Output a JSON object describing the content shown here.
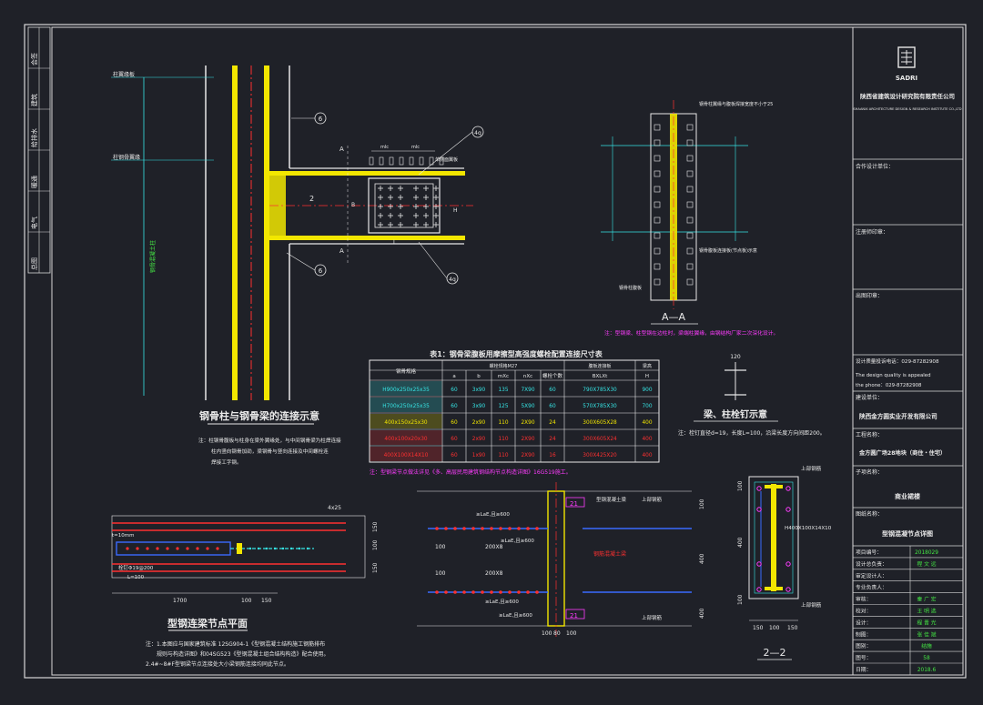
{
  "title_block": {
    "company_logo": "SADRI",
    "company_name": "陕西省建筑设计研究院有限责任公司",
    "company_sub": "SHAANXI ARCHITECTURE DESIGN & RESEARCH INSTITUTE CO.,LTD",
    "cert_label": "合作设计单位：",
    "seal_label": "注册师印章：",
    "stamp_label": "出图印章：",
    "quality_phone": "设计质量投诉电话：029-87282908",
    "quality_en1": "The design quality is appealed",
    "quality_en2": "the phone：029-87282908",
    "client_label": "建设单位：",
    "client": "陕西金方圆实业开发有限公司",
    "project_label": "工程名称：",
    "project": "金方圆广场28地块（商住・住宅）",
    "subitem_label": "子项名称：",
    "subitem": "商业裙楼",
    "drawing_label": "图纸名称：",
    "drawing": "型钢混凝节点详图",
    "rows": [
      {
        "label": "项目编号：",
        "value": "2018029"
      },
      {
        "label": "设计总负责：",
        "value": "程 文 远"
      },
      {
        "label": "审定设计人：",
        "value": ""
      },
      {
        "label": "专业负责人：",
        "value": ""
      },
      {
        "label": "审核：",
        "value": "秦 广 宏"
      },
      {
        "label": "校对：",
        "value": "王 明 选"
      },
      {
        "label": "设计：",
        "value": "程 晋 光"
      },
      {
        "label": "制图：",
        "value": "张 佳 斌"
      },
      {
        "label": "图别：",
        "value": "结施"
      },
      {
        "label": "图号：",
        "value": "58"
      },
      {
        "label": "日期：",
        "value": "2018.6"
      }
    ]
  },
  "left_strip": [
    "会签",
    "建筑",
    "给排水",
    "暖通",
    "电气",
    "总图"
  ],
  "detail1": {
    "title": "钢骨柱与钢骨梁的连接示意",
    "note1": "注：柱钢骨腹板与柱身在梁外翼缘处，与中间钢骨梁为柱焊连接",
    "note2": "柱内竖向钢骨加劲，梁钢骨与竖向连接及中间螺栓连",
    "note3": "焊接工字钢。",
    "labels": [
      "柱翼缘板",
      "柱钢骨翼缘",
      "钢骨混凝土柱",
      "单侧面翼板",
      "L",
      "A",
      "H",
      "B",
      "mlc",
      "mlc",
      "2"
    ]
  },
  "detail_aa": {
    "title": "A—A",
    "note": "注：型钢梁、柱型钢在边柱时，梁端柱翼缘，由钢结构厂家二次深化设计。",
    "labels": [
      "钢骨柱翼缘与腹板焊接宽度不小于25",
      "钢骨腹板连接板(节点板)示意",
      "钢骨柱腹板"
    ]
  },
  "table1": {
    "title": "表1：钢骨梁腹板用摩擦型高强度螺栓配置连接尺寸表",
    "col_headers": [
      "钢骨规格",
      "a",
      "b",
      "mXc",
      "nXc",
      "螺栓个数",
      "BXLXt",
      "H"
    ],
    "group_headers": {
      "bolts": "螺栓规格M27",
      "plate": "腹板连接板",
      "height": "梁高"
    },
    "rows": [
      {
        "spec": "H900x250x25x35",
        "a": "60",
        "b": "3x90",
        "c1": "135",
        "c2": "7X90",
        "n": "60",
        "plate": "790X785X30",
        "h": "900",
        "color": "#36e6e6"
      },
      {
        "spec": "H700x250x25x35",
        "a": "60",
        "b": "3x90",
        "c1": "125",
        "c2": "5X90",
        "n": "60",
        "plate": "570X785X30",
        "h": "700",
        "color": "#36e6e6"
      },
      {
        "spec": "400x150x25x30",
        "a": "60",
        "b": "2x90",
        "c1": "110",
        "c2": "2X90",
        "n": "24",
        "plate": "300X605X28",
        "h": "400",
        "color": "#f2e600"
      },
      {
        "spec": "400x100x20x30",
        "a": "60",
        "b": "2x90",
        "c1": "110",
        "c2": "2X90",
        "n": "24",
        "plate": "300X605X24",
        "h": "400",
        "color": "#ff3030"
      },
      {
        "spec": "400X100X14X10",
        "a": "60",
        "b": "1x90",
        "c1": "110",
        "c2": "2X90",
        "n": "16",
        "plate": "300X425X20",
        "h": "400",
        "color": "#ff3030"
      }
    ],
    "note": "注：型钢梁节点做法详见《多、高层民用建筑钢结构节点构造详图》16G519施工。"
  },
  "stud": {
    "title": "梁、柱栓钉示意",
    "note": "注：栓钉直径d=19，长度L=100，沿梁长度方向间距200。",
    "dim": "120"
  },
  "detail_plan": {
    "title": "型钢连梁节点平面",
    "dims": [
      "1700",
      "100",
      "150",
      "150",
      "100",
      "150",
      "4x25"
    ],
    "labels": [
      "t=10mm",
      "栓钉Φ19@200",
      "L=100"
    ],
    "note1": "注：1.本图应与国家建筑标准 12SG904-1《型钢混凝土结构施工钢筋排布",
    "note2": "规则与构造详图》和04SG523《型钢混凝土组合结构构造》配合使用。",
    "note3": "2.4#~8#F型钢梁节点连接处大小梁钢筋连接均同此节点。"
  },
  "detail_elev": {
    "dims": [
      "100",
      "200X8",
      "100",
      "200X8",
      "100",
      "80",
      "100",
      "100",
      "400",
      "400"
    ],
    "labels": [
      "≥LaE,且≥600",
      "≥LaE,且≥600",
      "≥LaE,且≥600",
      "≥LaE,且≥600",
      "钢筋混凝土梁",
      "上部钢筋",
      "上部钢筋",
      "21",
      "21",
      "型钢混凝土梁"
    ]
  },
  "detail22": {
    "title": "2—2",
    "beam": "H400X100X14X10",
    "dims": [
      "150",
      "100",
      "150",
      "100",
      "400",
      "100"
    ],
    "labels": [
      "上部钢筋",
      "上部钢筋"
    ]
  }
}
